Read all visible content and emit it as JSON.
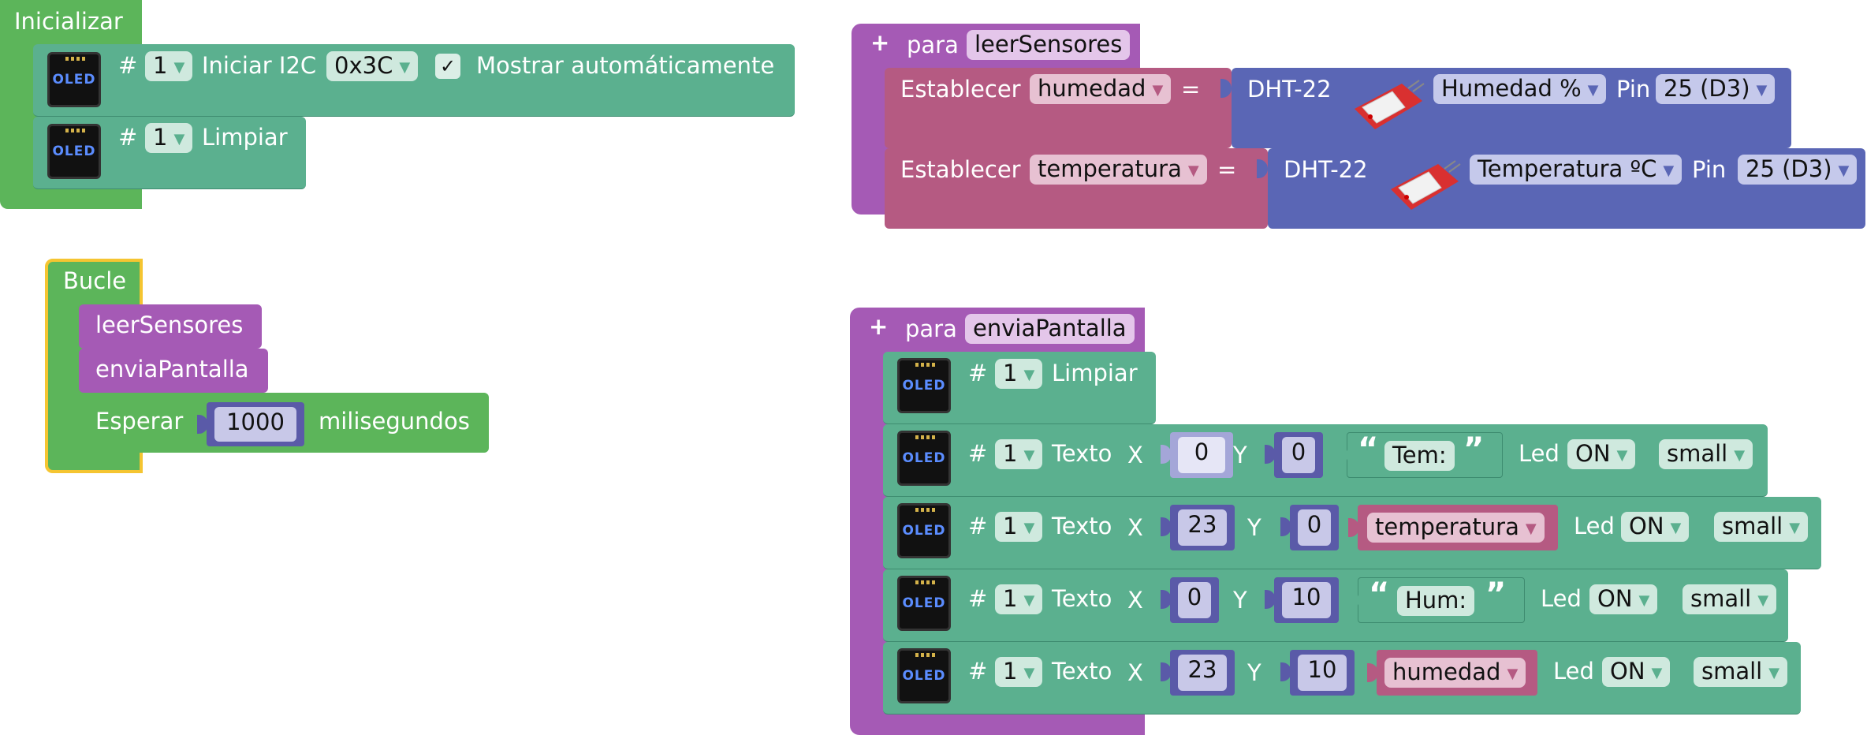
{
  "colors": {
    "control_green": "#5cb55a",
    "oled_teal": "#5bb08f",
    "procedure_purple": "#a55ab5",
    "variable_pink": "#b55a82",
    "sensor_blue": "#5a66b5",
    "number_blue": "#5a5aa8",
    "text_block_teal": "#5bb08f",
    "selected_outline": "#f5c531"
  },
  "init": {
    "title": "Inicializar",
    "oled_icon": "oled-display-icon",
    "row1": {
      "hash": "#",
      "display": "1",
      "action": "Iniciar I2C",
      "address": "0x3C",
      "check": "✓",
      "auto": "Mostrar automáticamente"
    },
    "row2": {
      "hash": "#",
      "display": "1",
      "action": "Limpiar"
    }
  },
  "loop": {
    "title": "Bucle",
    "call1": "leerSensores",
    "call2": "enviaPantalla",
    "wait_label": "Esperar",
    "wait_value": "1000",
    "wait_unit": "milisegundos"
  },
  "proc1": {
    "plus": "+",
    "para": "para",
    "name": "leerSensores",
    "row1": {
      "set": "Establecer",
      "var": "humedad",
      "eq": "=",
      "sensor": "DHT-22",
      "measure": "Humedad %",
      "pin_label": "Pin",
      "pin": "25 (D3)"
    },
    "row2": {
      "set": "Establecer",
      "var": "temperatura",
      "eq": "=",
      "sensor": "DHT-22",
      "measure": "Temperatura ºC",
      "pin_label": "Pin",
      "pin": "25 (D3)"
    }
  },
  "proc2": {
    "plus": "+",
    "para": "para",
    "name": "enviaPantalla",
    "clear": {
      "hash": "#",
      "display": "1",
      "action": "Limpiar"
    },
    "rows": [
      {
        "hash": "#",
        "display": "1",
        "texto": "Texto",
        "x_label": "X",
        "x": "0",
        "y_label": "Y",
        "y": "0",
        "value": "Tem:",
        "led_label": "Led",
        "led": "ON",
        "size": "small"
      },
      {
        "hash": "#",
        "display": "1",
        "texto": "Texto",
        "x_label": "X",
        "x": "23",
        "y_label": "Y",
        "y": "0",
        "value": "temperatura",
        "led_label": "Led",
        "led": "ON",
        "size": "small"
      },
      {
        "hash": "#",
        "display": "1",
        "texto": "Texto",
        "x_label": "X",
        "x": "0",
        "y_label": "Y",
        "y": "10",
        "value": "Hum:",
        "led_label": "Led",
        "led": "ON",
        "size": "small"
      },
      {
        "hash": "#",
        "display": "1",
        "texto": "Texto",
        "x_label": "X",
        "x": "23",
        "y_label": "Y",
        "y": "10",
        "value": "humedad",
        "led_label": "Led",
        "led": "ON",
        "size": "small"
      }
    ],
    "quote_open": "“",
    "quote_close": "”",
    "oled_label": "OLED"
  }
}
